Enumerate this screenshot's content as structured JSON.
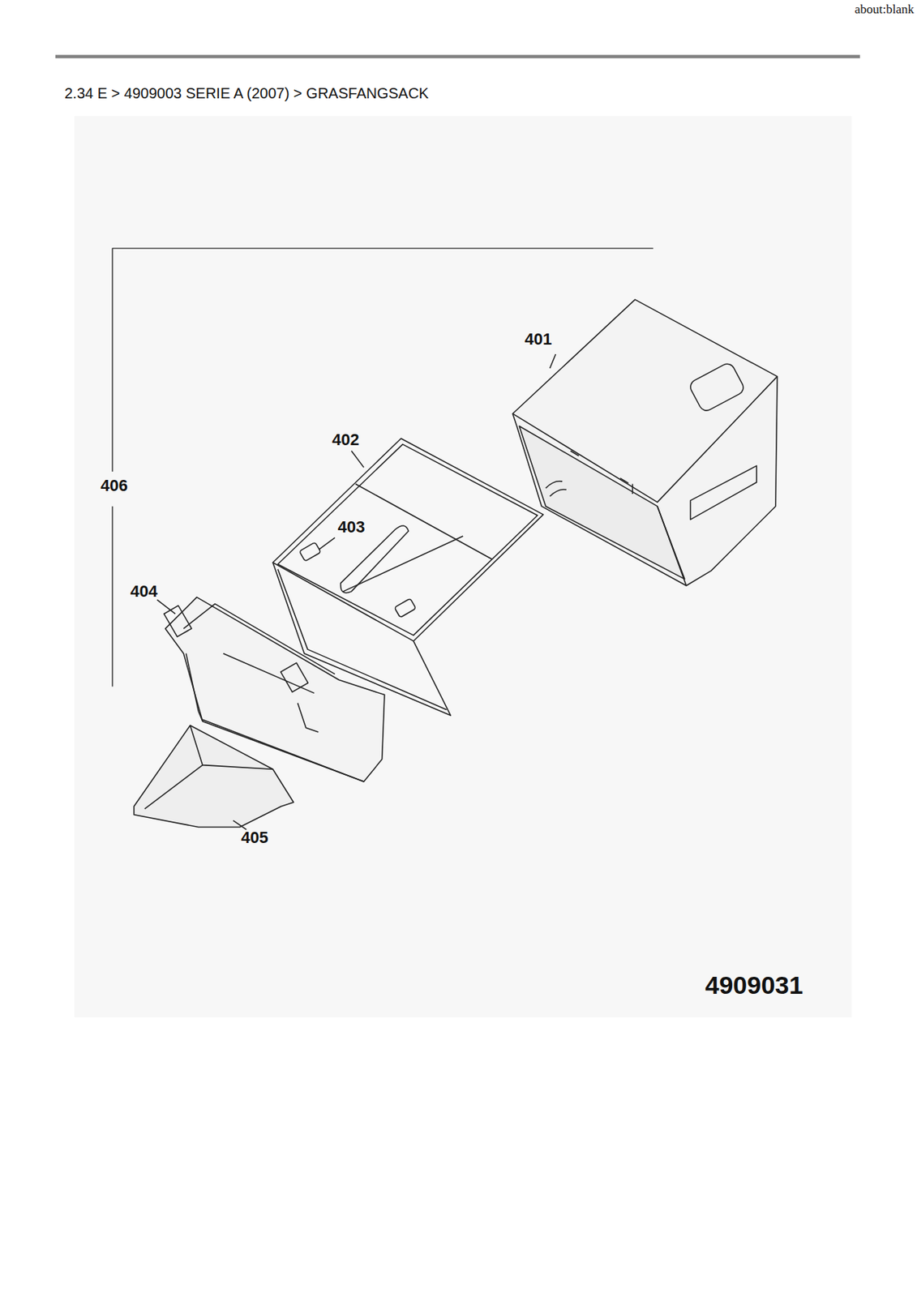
{
  "diagram": {
    "title": "2.34 E  >  4909003 SERIE A (2007)  >  GRASFANGSACK",
    "labels": [
      "about:blank",
      "401",
      "402",
      "403",
      "404",
      "405",
      "406",
      "4909031"
    ]
  }
}
